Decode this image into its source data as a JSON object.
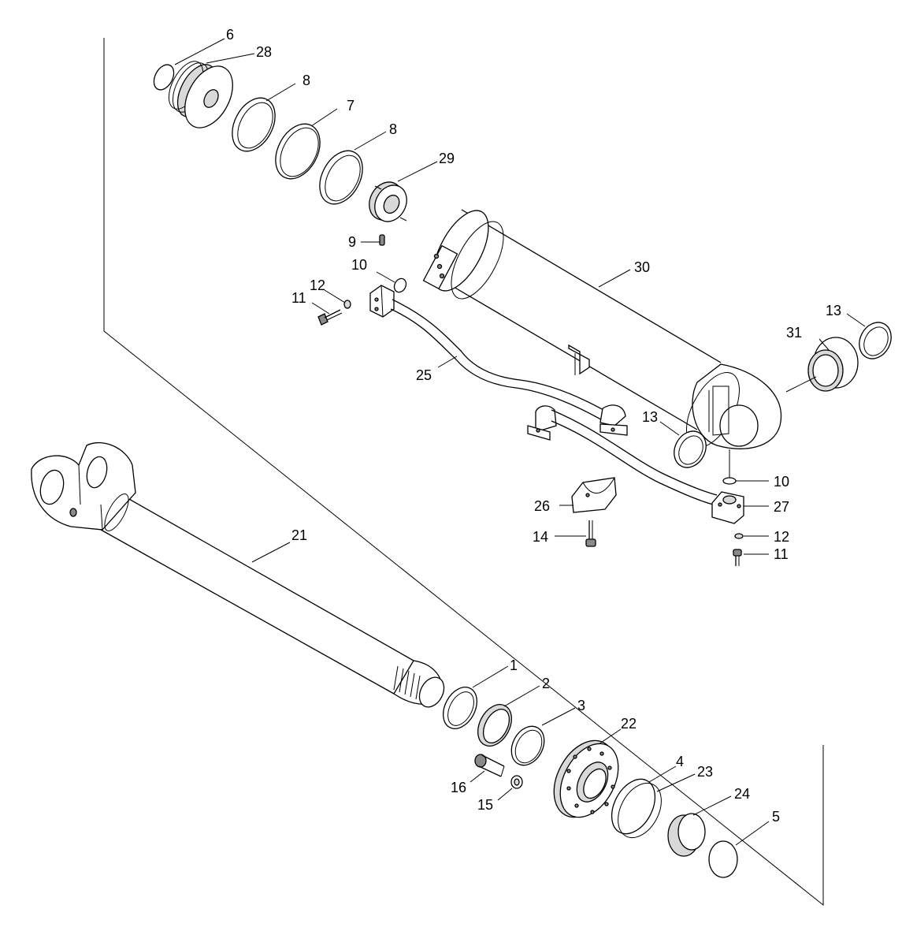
{
  "callouts": [
    {
      "key": "c6a",
      "text": "6"
    },
    {
      "key": "c28",
      "text": "28"
    },
    {
      "key": "c8a",
      "text": "8"
    },
    {
      "key": "c7",
      "text": "7"
    },
    {
      "key": "c8b",
      "text": "8"
    },
    {
      "key": "c29",
      "text": "29"
    },
    {
      "key": "c9",
      "text": "9"
    },
    {
      "key": "c10a",
      "text": "10"
    },
    {
      "key": "c12a",
      "text": "12"
    },
    {
      "key": "c11a",
      "text": "11"
    },
    {
      "key": "c30",
      "text": "30"
    },
    {
      "key": "c13a",
      "text": "13"
    },
    {
      "key": "c31",
      "text": "31"
    },
    {
      "key": "c25",
      "text": "25"
    },
    {
      "key": "c13b",
      "text": "13"
    },
    {
      "key": "c10b",
      "text": "10"
    },
    {
      "key": "c26",
      "text": "26"
    },
    {
      "key": "c27",
      "text": "27"
    },
    {
      "key": "c14",
      "text": "14"
    },
    {
      "key": "c12b",
      "text": "12"
    },
    {
      "key": "c11b",
      "text": "11"
    },
    {
      "key": "c21",
      "text": "21"
    },
    {
      "key": "c1",
      "text": "1"
    },
    {
      "key": "c2",
      "text": "2"
    },
    {
      "key": "c3",
      "text": "3"
    },
    {
      "key": "c22",
      "text": "22"
    },
    {
      "key": "c4",
      "text": "4"
    },
    {
      "key": "c23",
      "text": "23"
    },
    {
      "key": "c16",
      "text": "16"
    },
    {
      "key": "c15",
      "text": "15"
    },
    {
      "key": "c24",
      "text": "24"
    },
    {
      "key": "c5",
      "text": "5"
    }
  ]
}
